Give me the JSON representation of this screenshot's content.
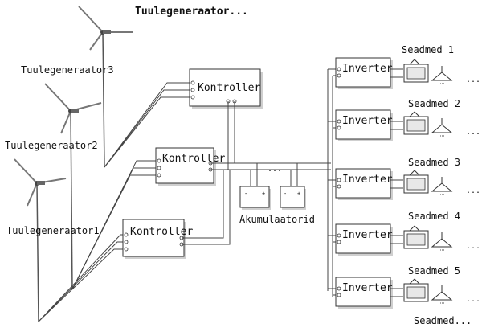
{
  "title": "Tuulegeneraator...",
  "generators": [
    {
      "label": "Tuulegeneraator3"
    },
    {
      "label": "Tuulegeneraator2"
    },
    {
      "label": "Tuulegeneraator1"
    }
  ],
  "controllers": [
    "Kontroller",
    "Kontroller",
    "Kontroller"
  ],
  "batteries_label": "Akumulaatorid",
  "inverters": [
    "Inverter",
    "Inverter",
    "Inverter",
    "Inverter",
    "Inverter"
  ],
  "devices": [
    "Seadmed 1",
    "Seadmed 2",
    "Seadmed 3",
    "Seadmed 4",
    "Seadmed 5"
  ],
  "devices_more": "Seadmed...",
  "ellipsis": "...",
  "icons": [
    "wind-turbine-icon",
    "tv-icon",
    "lamp-icon",
    "battery-icon"
  ]
}
